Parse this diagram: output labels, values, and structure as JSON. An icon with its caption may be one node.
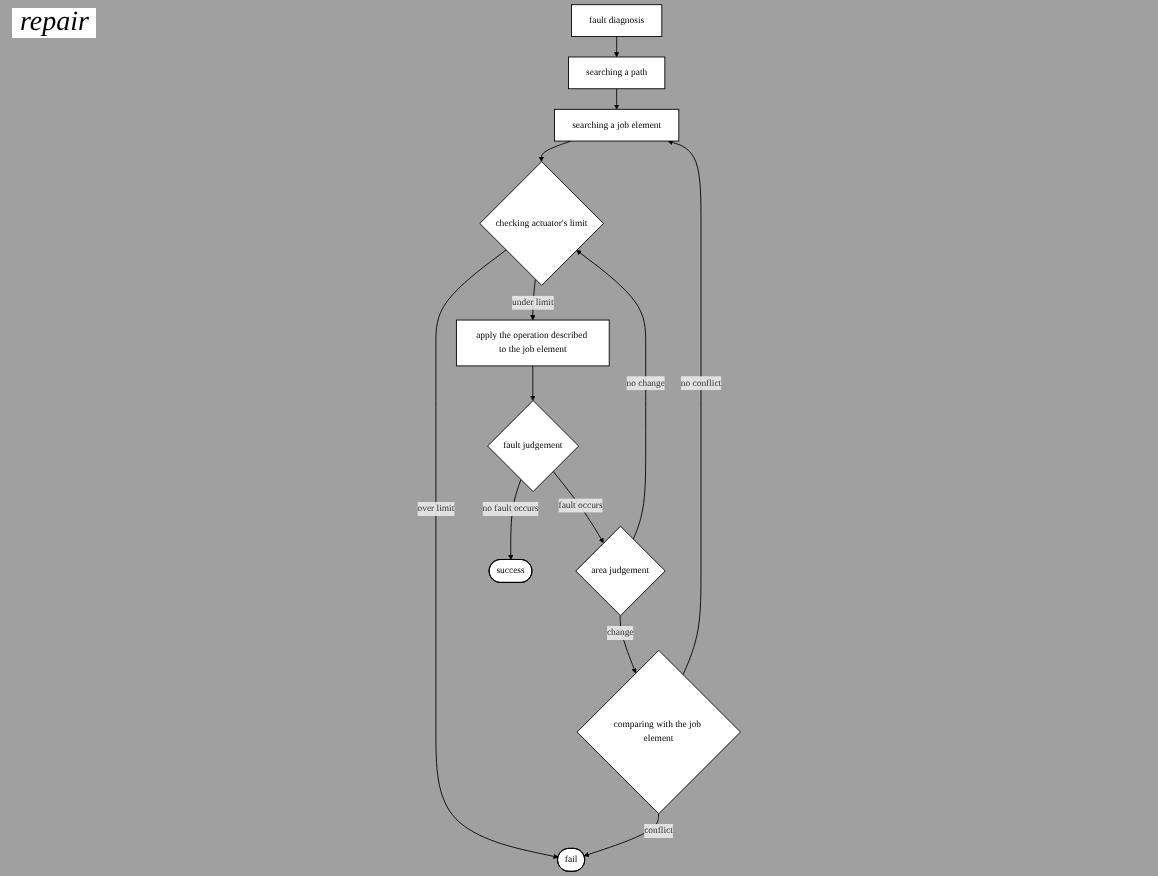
{
  "diagram": {
    "nodes": [
      {
        "text": [
          "fault diagnosis"
        ]
      },
      {
        "text": [
          "searching a path"
        ]
      },
      {
        "text": [
          "searching a job element"
        ]
      },
      {
        "text": [
          "checking actuator's limit"
        ]
      },
      {
        "text": [
          "fail"
        ]
      },
      {
        "text": [
          "success"
        ]
      },
      {
        "text": [
          "apply the operation described to the job element"
        ]
      },
      {
        "text": [
          "fault judgement"
        ]
      },
      {
        "text": [
          "area judgement"
        ]
      },
      {
        "text": [
          "comparing with the job element"
        ]
      }
    ],
    "edges": [
      {
        "from": 0,
        "to": 1,
        "arrow": "to"
      },
      {
        "from": 1,
        "to": 2,
        "arrow": "to"
      },
      {
        "from": 2,
        "to": 3,
        "arrow": "to"
      },
      {
        "from": 3,
        "to": 4,
        "arrow": "to",
        "label": "over limit"
      },
      {
        "from": 3,
        "to": 6,
        "arrow": "to",
        "label": "under limit"
      },
      {
        "from": 6,
        "to": 7,
        "arrow": "to"
      },
      {
        "from": 7,
        "to": 5,
        "arrow": "to",
        "label": "no fault occurs"
      },
      {
        "from": 7,
        "to": 8,
        "arrow": "to",
        "label": "fault occurs"
      },
      {
        "from": 8,
        "to": 3,
        "arrow": "to",
        "label": "no change"
      },
      {
        "from": 8,
        "to": 9,
        "arrow": "to",
        "label": "change"
      },
      {
        "from": 9,
        "to": 2,
        "arrow": "to",
        "label": "no conflict"
      },
      {
        "from": 9,
        "to": 4,
        "arrow": "to",
        "label": "conflict"
      }
    ],
    "labels": [
      "repair"
    ]
  }
}
